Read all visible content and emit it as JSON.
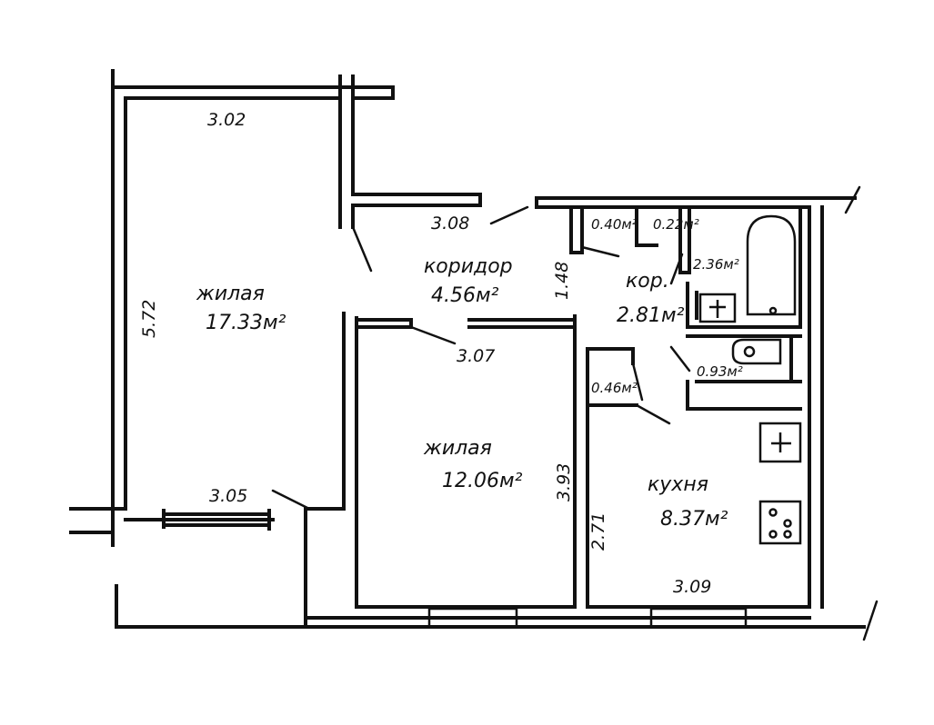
{
  "rooms": {
    "living1": {
      "name": "жилая",
      "area": "17.33м²"
    },
    "corridor": {
      "name": "коридор",
      "area": "4.56м²"
    },
    "living2": {
      "name": "жилая",
      "area": "12.06м²"
    },
    "kitchen": {
      "name": "кухня",
      "area": "8.37м²"
    },
    "corridor2": {
      "name": "кор.",
      "area": "2.81м²"
    }
  },
  "small_areas": {
    "closet1": "0.40м²",
    "closet2": "0.22м²",
    "bath": "2.36м²",
    "wc": "0.93м²",
    "pantry": "0.46м²"
  },
  "dimensions": {
    "living1_top": "3.02",
    "living1_height": "5.72",
    "living1_bottom": "3.05",
    "corridor_top": "3.08",
    "corridor_side": "1.48",
    "living2_top": "3.07",
    "living2_height": "3.93",
    "kitchen_height": "2.71",
    "kitchen_bottom": "3.09"
  }
}
